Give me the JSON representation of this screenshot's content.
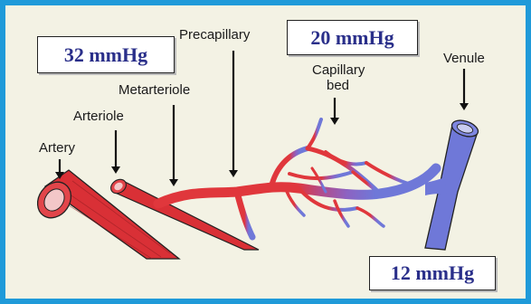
{
  "pressures": {
    "arterial": "32 mmHg",
    "capillary": "20 mmHg",
    "venous": "12 mmHg"
  },
  "labels": {
    "artery": "Artery",
    "arteriole": "Arteriole",
    "metarteriole": "Metarteriole",
    "precapillary": "Precapillary",
    "capillary_line1": "Capillary",
    "capillary_line2": "bed",
    "venule": "Venule"
  },
  "colors": {
    "frame_border": "#1f9ad9",
    "background": "#f3f2e4",
    "arterial_red": "#e0373c",
    "venous_blue": "#6f78d8",
    "pressure_text": "#2a2f8a"
  }
}
